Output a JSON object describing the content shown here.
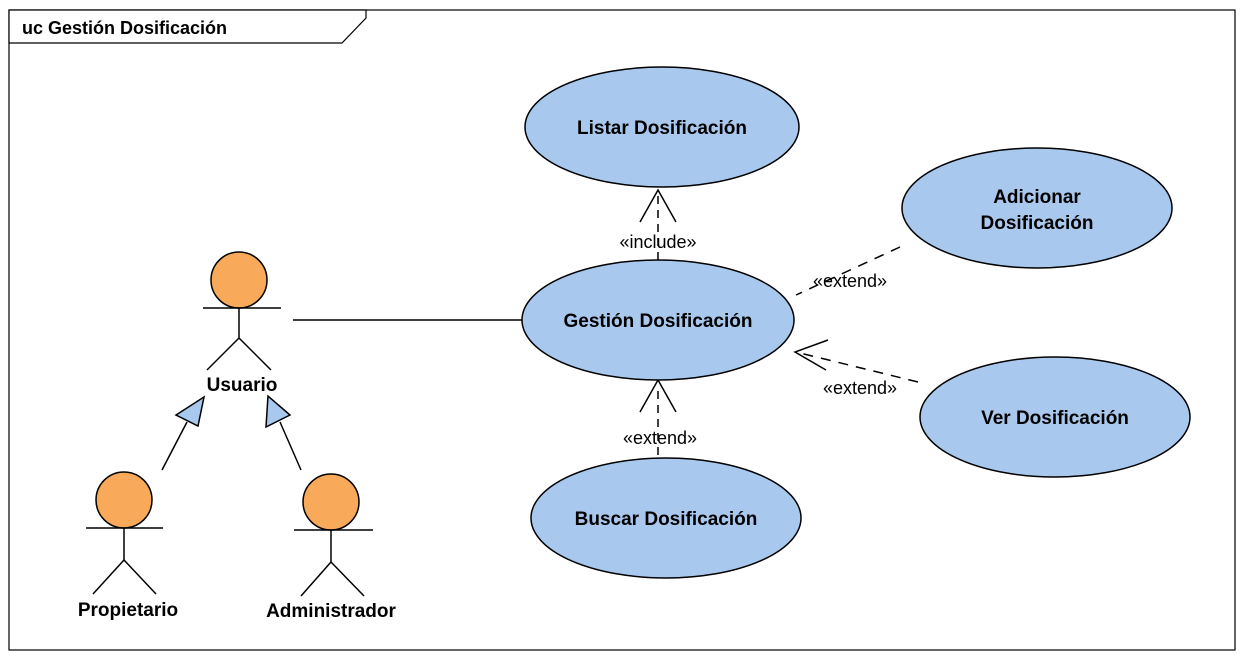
{
  "diagram": {
    "frame_title": "uc Gestión Dosificación",
    "colors": {
      "usecase_fill": "#a9c8ee",
      "actor_head_fill": "#f8a95a",
      "generalization_arrow_fill": "#a9c8ee",
      "line": "#000000"
    },
    "usecases": {
      "listar": "Listar Dosificación",
      "gestion": "Gestión Dosificación",
      "buscar": "Buscar Dosificación",
      "adicionar_line1": "Adicionar",
      "adicionar_line2": "Dosificación",
      "ver": "Ver Dosificación"
    },
    "actors": {
      "usuario": "Usuario",
      "propietario": "Propietario",
      "administrador": "Administrador"
    },
    "relations": {
      "include_listar": "«include»",
      "extend_adicionar": "«extend»",
      "extend_ver": "«extend»",
      "extend_buscar": "«extend»"
    }
  }
}
